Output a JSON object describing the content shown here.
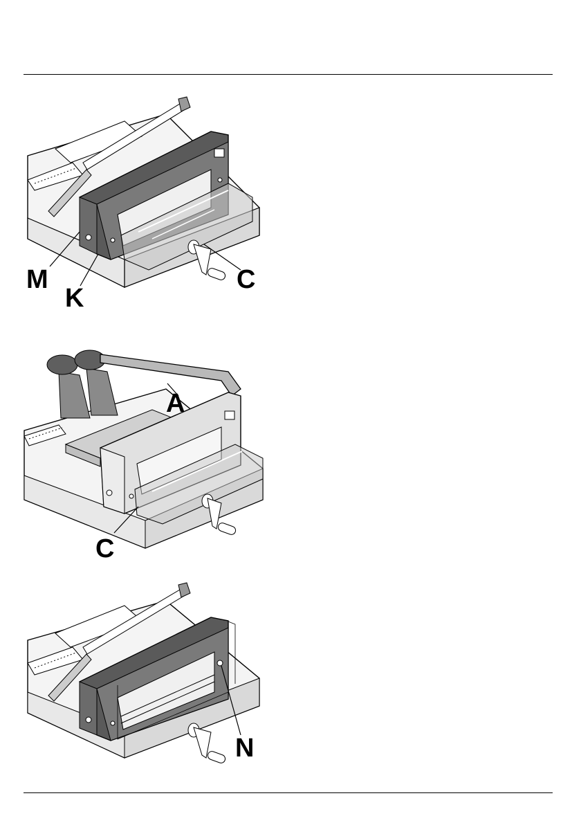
{
  "figures": [
    {
      "id": "fig-1",
      "callouts": {
        "m": "M",
        "k": "K",
        "c": "C"
      }
    },
    {
      "id": "fig-2",
      "callouts": {
        "a": "A",
        "c": "C"
      }
    },
    {
      "id": "fig-3",
      "callouts": {
        "n": "N"
      }
    }
  ],
  "colors": {
    "ink": "#000000",
    "dark_panel": "#5a5a5a",
    "mid_gray": "#b9b9b9",
    "light_gray": "#e1e1e1",
    "paper": "#ffffff"
  }
}
